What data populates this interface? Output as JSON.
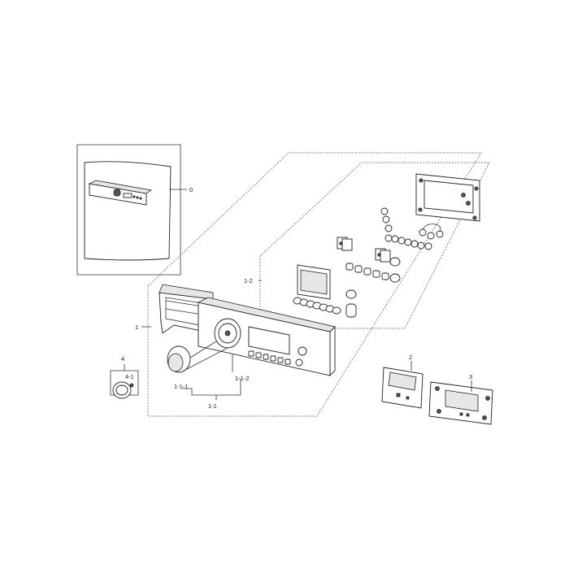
{
  "labels": {
    "assembly": "0",
    "control_panel": "1",
    "sub_panel": "1-1",
    "cap": "1-1-1",
    "frame": "1-1-2",
    "button_kit": "1-2",
    "sub_pcb": "2",
    "main_pcb": "3",
    "knob": "4",
    "knob_cap": "4-1"
  }
}
